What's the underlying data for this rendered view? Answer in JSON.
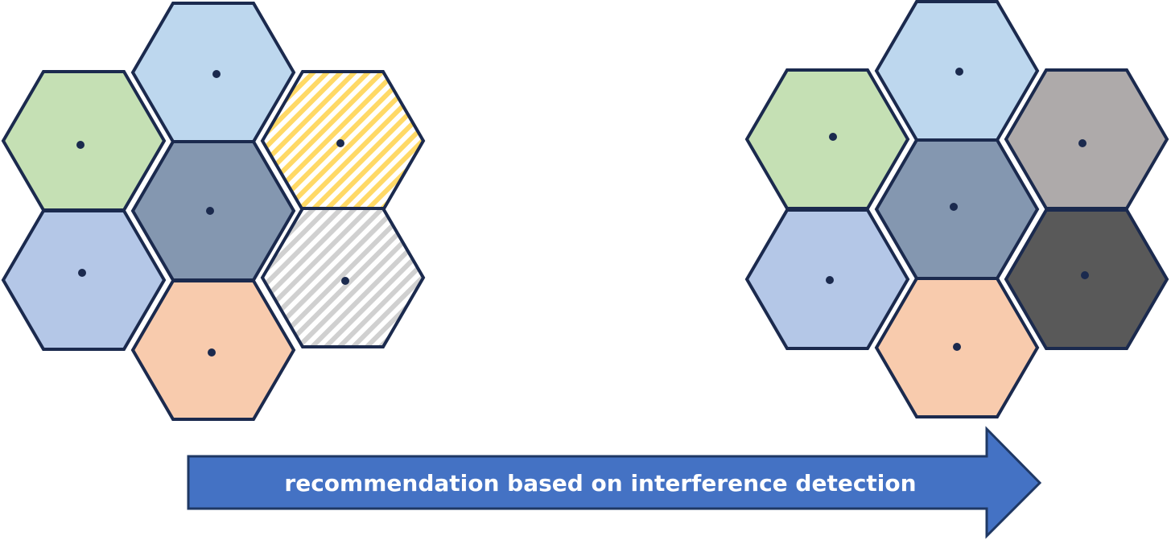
{
  "arrow": {
    "label": "recommendation based on interference detection",
    "fill": "#4472c4",
    "stroke": "#1f3864"
  },
  "colors": {
    "stroke": "#1b2a4e",
    "dot": "#1b2a4e",
    "light_blue": "#bdd7ee",
    "green": "#c5e0b4",
    "slate": "#8497b0",
    "periwinkle": "#b4c7e7",
    "peach": "#f8cbad",
    "yellow_hatch": "#ffd966",
    "gray_hatch": "#d0d0d0",
    "gray": "#aeaaaa",
    "dark_gray": "#595959"
  },
  "clusters": [
    {
      "name": "before",
      "cells": [
        {
          "id": "top",
          "fill": "light_blue"
        },
        {
          "id": "upper-left",
          "fill": "green"
        },
        {
          "id": "upper-right",
          "fill": "yellow_hatch",
          "hatched": true
        },
        {
          "id": "center",
          "fill": "slate"
        },
        {
          "id": "lower-left",
          "fill": "periwinkle"
        },
        {
          "id": "lower-right",
          "fill": "gray_hatch",
          "hatched": true
        },
        {
          "id": "bottom",
          "fill": "peach"
        }
      ]
    },
    {
      "name": "after",
      "cells": [
        {
          "id": "top",
          "fill": "light_blue"
        },
        {
          "id": "upper-left",
          "fill": "green"
        },
        {
          "id": "upper-right",
          "fill": "gray"
        },
        {
          "id": "center",
          "fill": "slate"
        },
        {
          "id": "lower-left",
          "fill": "periwinkle"
        },
        {
          "id": "lower-right",
          "fill": "dark_gray"
        },
        {
          "id": "bottom",
          "fill": "peach"
        }
      ]
    }
  ]
}
